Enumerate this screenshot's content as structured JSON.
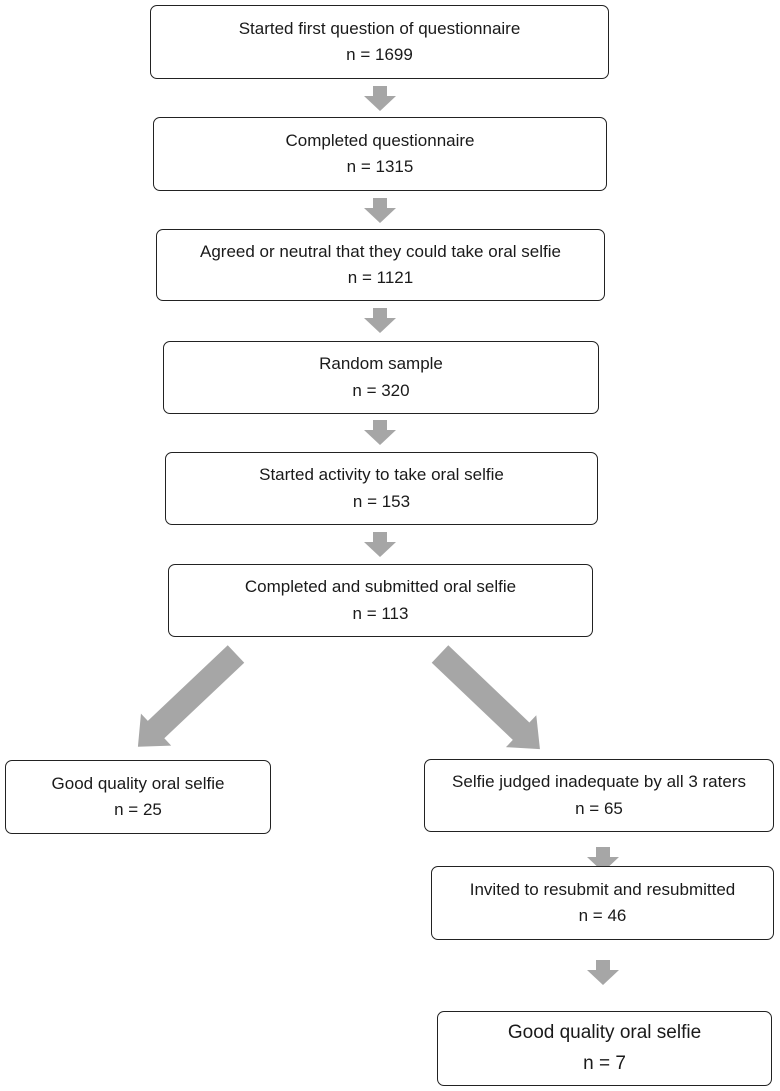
{
  "boxes": [
    {
      "label": "Started first question of questionnaire",
      "n": "n = 1699"
    },
    {
      "label": "Completed questionnaire",
      "n": "n = 1315"
    },
    {
      "label": "Agreed or neutral that they could take oral selfie",
      "n": "n = 1121"
    },
    {
      "label": "Random sample",
      "n": "n = 320"
    },
    {
      "label": "Started activity to take oral selfie",
      "n": "n = 153"
    },
    {
      "label": "Completed and submitted oral selfie",
      "n": "n = 113"
    },
    {
      "label": "Good quality oral selfie",
      "n": "n = 25"
    },
    {
      "label": "Selfie judged inadequate by all 3 raters",
      "n": "n = 65"
    },
    {
      "label": "Invited to resubmit and resubmitted",
      "n": "n = 46"
    },
    {
      "label": "Good quality oral selfie",
      "n": "n = 7"
    }
  ],
  "colors": {
    "arrow": "#a6a6a6",
    "border": "#222222"
  }
}
